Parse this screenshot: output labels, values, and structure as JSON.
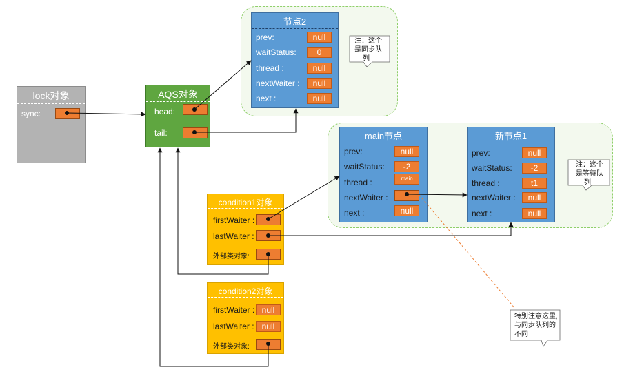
{
  "colors": {
    "node_fill": "#5b9bd5",
    "value_fill": "#ed7d31",
    "lock_fill": "#b3b3b3",
    "aqs_fill": "#5fa640",
    "condition_fill": "#ffc000",
    "queue_zone_fill": "#f3f9ee",
    "annotation_line": "#ed7d31"
  },
  "lock": {
    "title": "lock对象",
    "sync_label": "sync:"
  },
  "aqs": {
    "title": "AQS对象",
    "head_label": "head:",
    "tail_label": "tail:"
  },
  "node2": {
    "title": "节点2",
    "fields": [
      {
        "label": "prev:",
        "value": "null"
      },
      {
        "label": "waitStatus:",
        "value": "0"
      },
      {
        "label": "thread :",
        "value": "null"
      },
      {
        "label": "nextWaiter :",
        "value": "null"
      },
      {
        "label": "next :",
        "value": "null"
      }
    ],
    "note": [
      "注：这个",
      "是同步队",
      "列"
    ]
  },
  "main_node": {
    "title": "main节点",
    "fields": [
      {
        "label": "prev:",
        "value": "null"
      },
      {
        "label": "waitStatus:",
        "value": "-2"
      },
      {
        "label": "thread :",
        "value": "main"
      },
      {
        "label": "nextWaiter :",
        "value": ""
      },
      {
        "label": "next :",
        "value": "null"
      }
    ]
  },
  "new_node": {
    "title": "新节点1",
    "fields": [
      {
        "label": "prev:",
        "value": "null"
      },
      {
        "label": "waitStatus:",
        "value": "-2"
      },
      {
        "label": "thread :",
        "value": "t1"
      },
      {
        "label": "nextWaiter :",
        "value": "null"
      },
      {
        "label": "next :",
        "value": "null"
      }
    ],
    "note": [
      "注：这个",
      "是等待队",
      "列"
    ]
  },
  "condition1": {
    "title": "condition1对象",
    "first_label": "firstWaiter :",
    "last_label": "lastWaiter :",
    "outer_label": "外部类对象:"
  },
  "condition2": {
    "title": "condition2对象",
    "first_label": "firstWaiter :",
    "first_value": "null",
    "last_label": "lastWaiter :",
    "last_value": "null",
    "outer_label": "外部类对象:"
  },
  "annotation": [
    "特别注意这里,",
    "与同步队列的",
    "不同"
  ]
}
